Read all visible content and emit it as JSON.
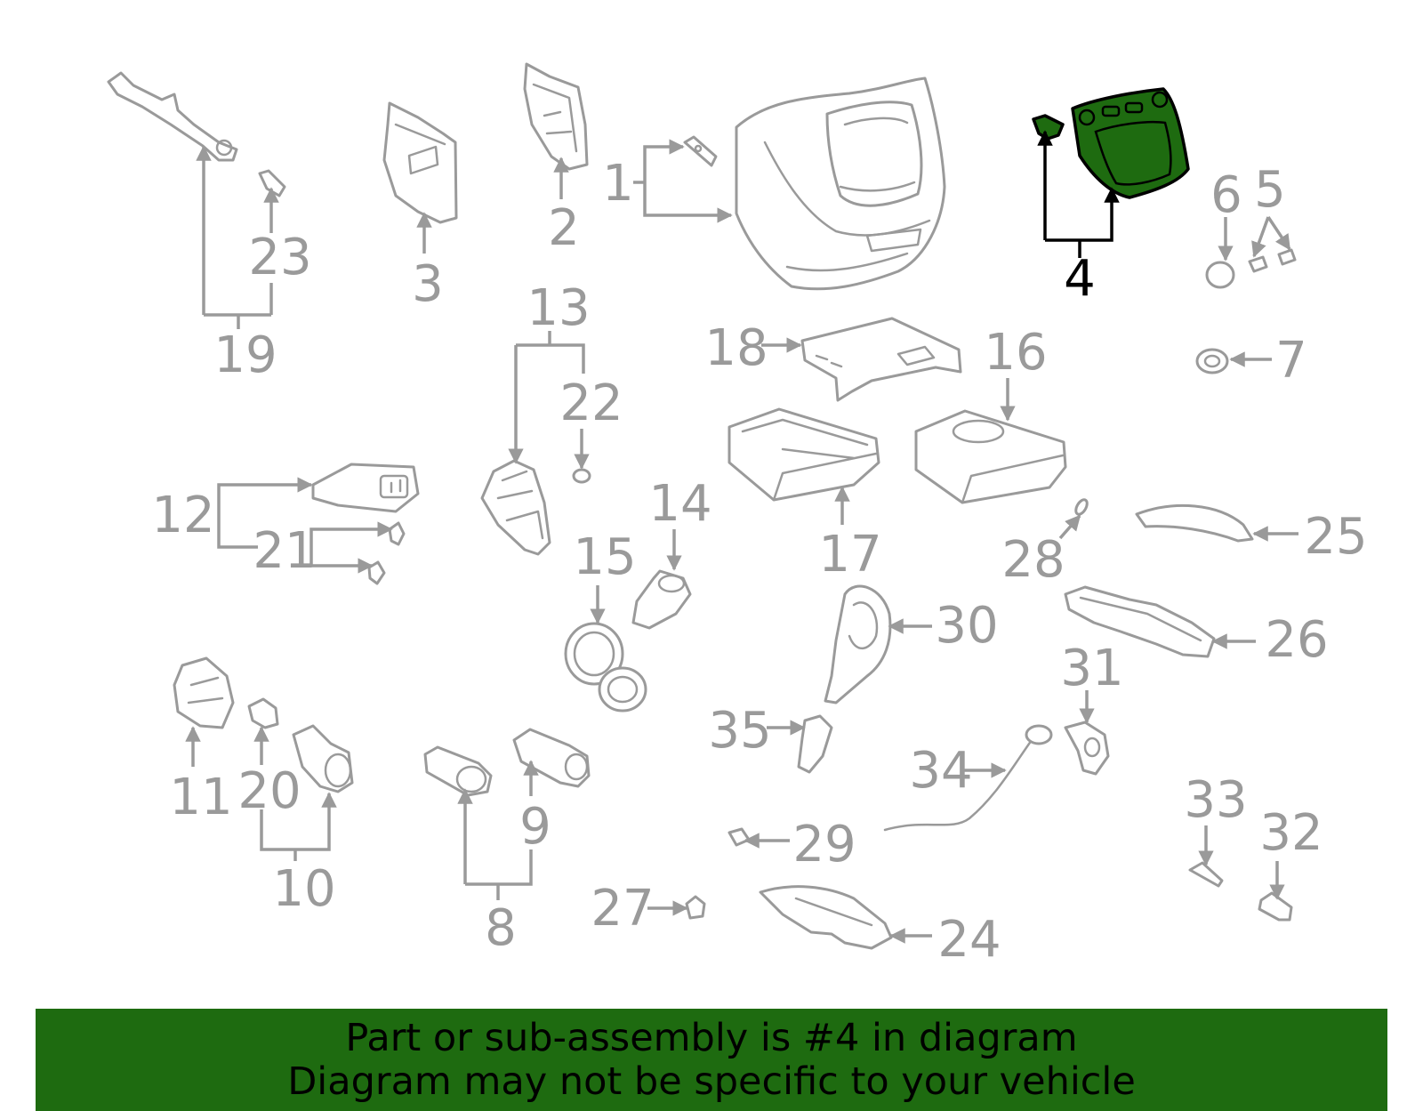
{
  "highlight_color": "#1e6b10",
  "diagram": {
    "callouts": [
      "1",
      "2",
      "3",
      "4",
      "5",
      "6",
      "7",
      "8",
      "9",
      "10",
      "11",
      "12",
      "13",
      "14",
      "15",
      "16",
      "17",
      "18",
      "19",
      "20",
      "21",
      "22",
      "23",
      "24",
      "25",
      "26",
      "27",
      "28",
      "29",
      "30",
      "31",
      "32",
      "33",
      "34",
      "35"
    ],
    "highlighted_callout": "4"
  },
  "banner": {
    "line1": "Part or sub-assembly is #4 in diagram",
    "line2": "Diagram may not be specific to your vehicle"
  }
}
